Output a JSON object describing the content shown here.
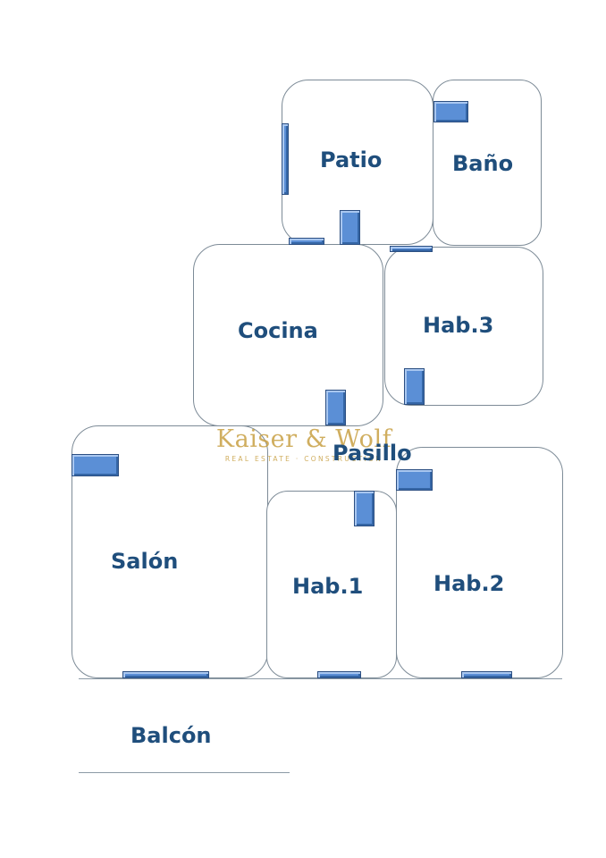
{
  "rooms": {
    "patio": "Patio",
    "bano": "Baño",
    "cocina": "Cocina",
    "hab3": "Hab.3",
    "pasillo": "Pasillo",
    "salon": "Salón",
    "hab1": "Hab.1",
    "hab2": "Hab.2",
    "balcon": "Balcón"
  },
  "watermark": {
    "name": "Kaiser & Wolf",
    "tagline": "REAL ESTATE · CONSTRUCTION"
  },
  "colors": {
    "label": "#1f4e7c",
    "door": "#5b8fd6",
    "wall": "#7d8b97",
    "watermark": "#c8a044"
  }
}
